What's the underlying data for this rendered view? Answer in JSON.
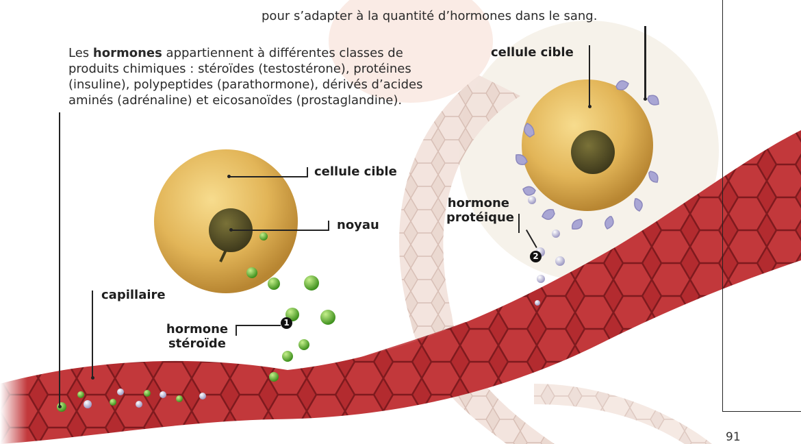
{
  "top_caption": {
    "line2": "pour s’adapter à la quantité d’hormones dans le sang."
  },
  "intro": {
    "prefix": "Les ",
    "term": "hormones",
    "line1_rest": " appartiennent à différentes classes de",
    "line2": "produits chimiques : stéroïdes (testostérone), protéines",
    "line3": "(insuline), polypeptides (parathormone), dérivés d’acides",
    "line4": "aminés (adrénaline) et eicosanoïdes (prostaglandine)."
  },
  "labels": {
    "target_cell_right": "cellule cible",
    "target_cell_left": "cellule cible",
    "nucleus": "noyau",
    "protein_hormone_line1": "hormone",
    "protein_hormone_line2": "protéique",
    "capillary": "capillaire",
    "steroid_hormone_line1": "hormone",
    "steroid_hormone_line2": "stéroïde"
  },
  "badges": {
    "steroid": "1",
    "protein": "2"
  },
  "page_number": "91",
  "colors": {
    "vessel_red": "#b42a2e",
    "cell_yellow": "#e2b558",
    "nucleus_dark": "#4f4a26",
    "steroid_green": "#6ec23a",
    "protein_lilac": "#b8b4d8",
    "receptor_violet": "#a9a6d4"
  }
}
